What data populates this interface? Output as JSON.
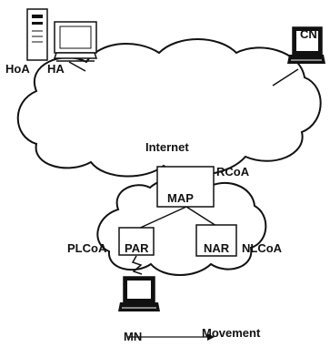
{
  "labels": {
    "hoa": "HoA",
    "ha": "HA",
    "cn": "CN",
    "internet": "Internet",
    "rcoa": "RCoA",
    "map": "MAP",
    "plcoa": "PLCoA",
    "par": "PAR",
    "nar": "NAR",
    "nlcoa": "NLCoA",
    "mn": "MN",
    "movement": "Movement"
  },
  "icons": {
    "home_agent": "desktop-computer-icon",
    "correspondent_node": "laptop-icon",
    "mobile_node": "laptop-icon",
    "wireless_link": "lightning-icon",
    "movement": "arrow-right-icon"
  },
  "colors": {
    "stroke": "#111111",
    "fill": "#ffffff"
  }
}
